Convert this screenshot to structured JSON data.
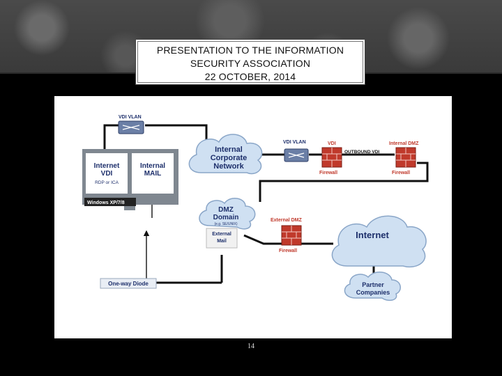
{
  "title": {
    "line1": "PRESENTATION TO THE INFORMATION",
    "line2": "SECURITY ASSOCIATION",
    "line3": "22 OCTOBER, 2014"
  },
  "diagram": {
    "vdi_vlan_top": "VDI VLAN",
    "internal_vdi": [
      "Internet",
      "VDI",
      "RDP or ICA"
    ],
    "internal_mail": [
      "Internal",
      "MAIL"
    ],
    "windows": "Windows XP/7/8",
    "corporate_network": [
      "Internal",
      "Corporate",
      "Network"
    ],
    "vdi_vlan_right": "VDI VLAN",
    "vdi_label": "VDI",
    "internal_dmz": "Internal DMZ",
    "outbound_vdi": "OUTBOUND VDI",
    "firewall_1": "Firewall",
    "firewall_2": "Firewall",
    "dmz_domain": [
      "DMZ",
      "Domain",
      "(e.g. SE/UNIX)"
    ],
    "external_mail": [
      "External",
      "Mail"
    ],
    "external_dmz": "External DMZ",
    "firewall_3": "Firewall",
    "internet": "Internet",
    "partner": [
      "Partner",
      "Companies"
    ],
    "diode": "One-way Diode"
  },
  "page_number": "14",
  "colors": {
    "cloud_fill": "#cfe0f2",
    "cloud_text": "#1d2f6b",
    "firewall_red": "#c0392b",
    "line": "#111111",
    "monitor": "#7f8790"
  }
}
